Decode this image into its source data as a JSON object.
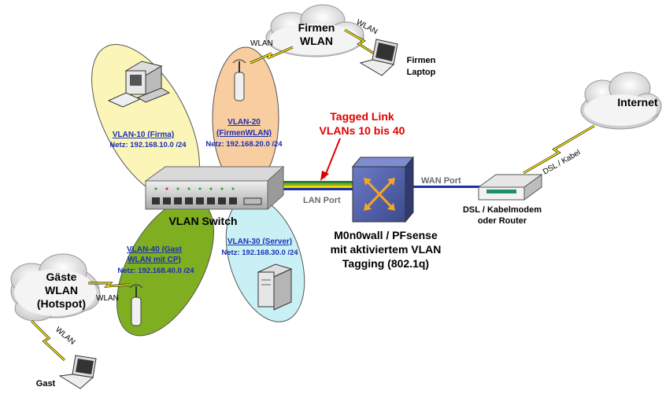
{
  "clouds": {
    "internet": "Internet",
    "firmen_line1": "Firmen",
    "firmen_line2": "WLAN",
    "gaeste_line1": "Gäste",
    "gaeste_line2": "WLAN",
    "gaeste_line3": "(Hotspot)"
  },
  "links": {
    "tagged_line1": "Tagged Link",
    "tagged_line2": "VLANs 10 bis 40",
    "lan_port": "LAN Port",
    "wan_port": "WAN Port",
    "dsl_kabel": "DSL / Kabel",
    "wlan": "WLAN"
  },
  "vlans": {
    "vlan10_name": "VLAN-10 (Firma)",
    "vlan10_net": "Netz: 192.168.10.0 /24",
    "vlan20_line1": "VLAN-20",
    "vlan20_line2": "(FirmenWLAN)",
    "vlan20_net": "Netz: 192.168.20.0 /24",
    "vlan30_name": "VLAN-30 (Server)",
    "vlan30_net": "Netz: 192.168.30.0 /24",
    "vlan40_line1": "VLAN-40 (Gast",
    "vlan40_line2": "WLAN mit CP)",
    "vlan40_net": "Netz: 192.168.40.0 /24"
  },
  "devices": {
    "switch": "VLAN Switch",
    "firewall_line1": "M0n0wall / PFsense",
    "firewall_line2": "mit aktiviertem VLAN",
    "firewall_line3": "Tagging (802.1q)",
    "modem_line1": "DSL / Kabelmodem",
    "modem_line2": "oder Router",
    "firmen_laptop_line1": "Firmen",
    "firmen_laptop_line2": "Laptop",
    "gast": "Gast"
  },
  "colors": {
    "vlan10": "#fbf6b8",
    "vlan20": "#f8cda0",
    "vlan30": "#c9f1f5",
    "vlan40": "#7fae21",
    "tagged": "#e00000",
    "vlan_text": "#1a2fb5",
    "firewall": "#4f5fa6",
    "wan_cable": "#1c2fa6"
  }
}
